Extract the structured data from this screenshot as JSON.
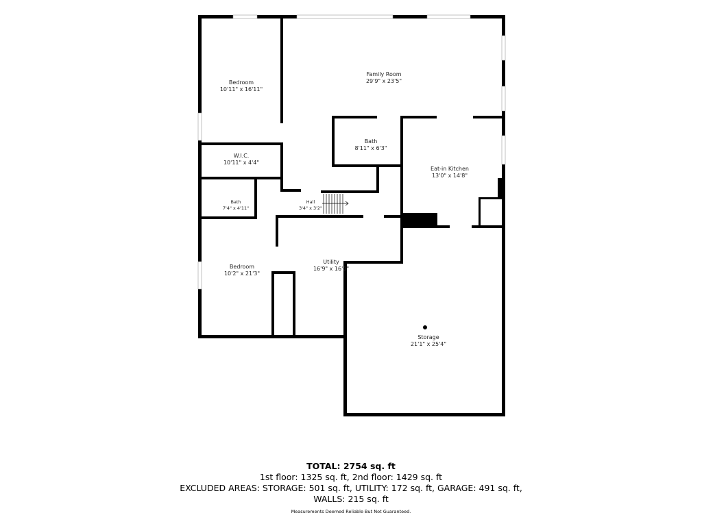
{
  "rooms": [
    {
      "name": "Bedroom",
      "dims": "10'11\" x 16'11\""
    },
    {
      "name": "Family Room",
      "dims": "29'9\" x 23'5\""
    },
    {
      "name": "Bath",
      "dims": "8'11\" x 6'3\""
    },
    {
      "name": "W.I.C.",
      "dims": "10'11\" x 4'4\""
    },
    {
      "name": "Eat-in Kitchen",
      "dims": "13'0\" x 14'8\""
    },
    {
      "name": "Bath",
      "dims": "7'4\" x 4'11\""
    },
    {
      "name": "Hall",
      "dims": "3'4\" x 3'2\""
    },
    {
      "name": "Bedroom",
      "dims": "10'2\" x 21'3\""
    },
    {
      "name": "Utility",
      "dims": "16'9\" x 16'0\""
    },
    {
      "name": "Storage",
      "dims": "21'1\" x 25'4\""
    }
  ],
  "summary": {
    "total": "TOTAL: 2754 sq. ft",
    "floors": "1st floor: 1325 sq. ft, 2nd floor: 1429 sq. ft",
    "excluded": "EXCLUDED AREAS: STORAGE: 501 sq. ft, UTILITY: 172 sq. ft, GARAGE: 491 sq. ft,",
    "walls": "WALLS: 215 sq. ft",
    "disclaimer": "Measurements Deemed Reliable But Not Guaranteed."
  }
}
